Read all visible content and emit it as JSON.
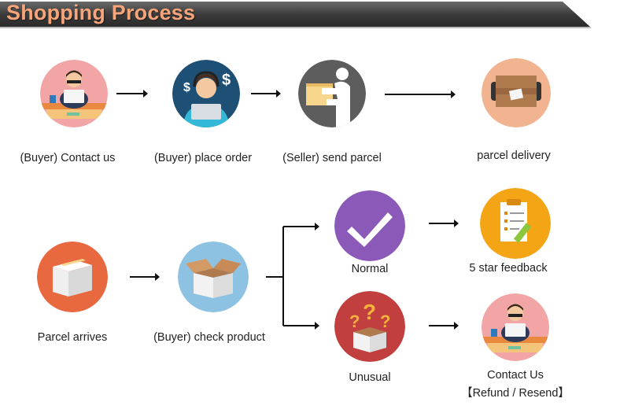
{
  "header": {
    "title": "Shopping Process"
  },
  "steps": {
    "contact_us": "(Buyer) Contact us",
    "place_order": "(Buyer) place order",
    "send_parcel": "(Seller) send parcel",
    "parcel_delivery": "parcel delivery",
    "parcel_arrives": "Parcel arrives",
    "check_product": "(Buyer) check product",
    "normal": "Normal",
    "five_star": "5 star feedback",
    "unusual": "Unusual",
    "contact_us_2": "Contact Us",
    "refund_resend": "【Refund / Resend】"
  },
  "icons": {
    "contact_us": "support-person-icon",
    "place_order": "customer-service-dollar-icon",
    "send_parcel": "hand-holding-box-icon",
    "parcel_delivery": "parcel-top-view-icon",
    "parcel_arrives": "closed-box-icon",
    "check_product": "open-box-icon",
    "normal": "checkmark-icon",
    "five_star": "feedback-document-icon",
    "unusual": "question-box-icon",
    "contact_us_2": "support-person-icon"
  },
  "colors": {
    "header_title": "#f6a47a",
    "contact_circle": "#f2a5a5",
    "order_circle": "#1e4f74",
    "send_circle": "#5d5d5d",
    "delivery_circle": "#f2b391",
    "arrives_circle": "#e8693f",
    "check_circle": "#8ec2e2",
    "normal_circle": "#8b59b8",
    "feedback_circle": "#f3a516",
    "unusual_circle": "#c23f3f"
  }
}
